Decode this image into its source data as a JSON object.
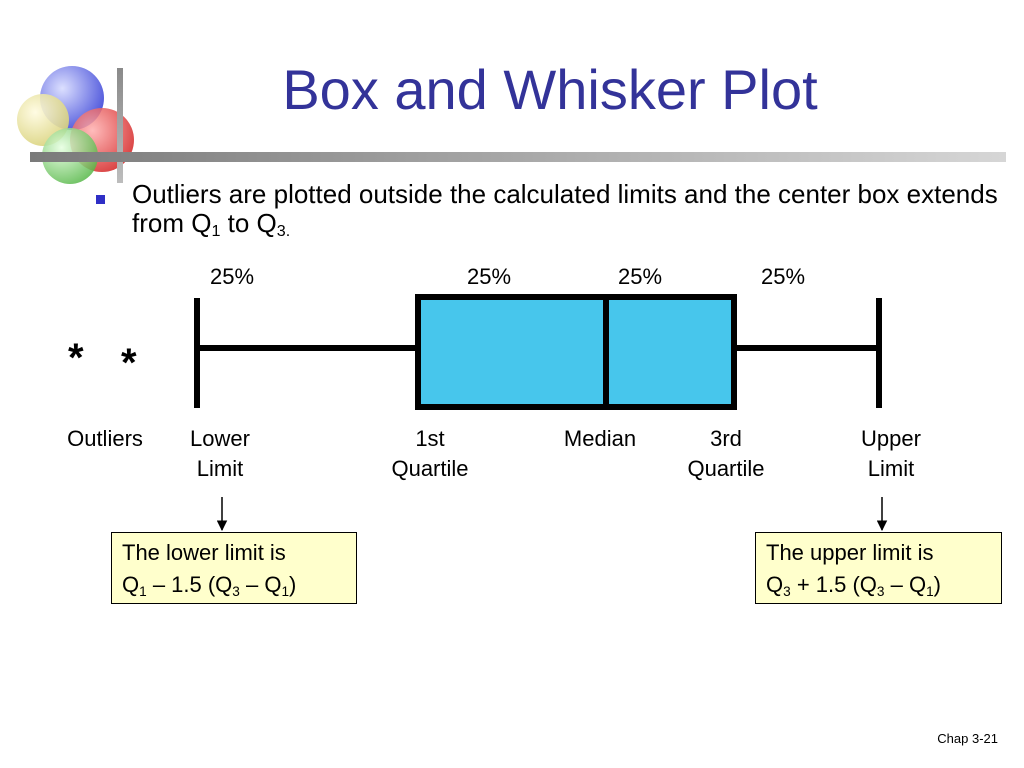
{
  "slide": {
    "title": "Box and Whisker Plot",
    "bullet": {
      "text_a": "Outliers are plotted outside the calculated limits and the center box extends from Q",
      "sub_a": "1",
      "text_b": " to Q",
      "sub_b": "3."
    },
    "footer": "Chap 3-21"
  },
  "diagram": {
    "percent_labels": [
      "25%",
      "25%",
      "25%",
      "25%"
    ],
    "outlier_markers": [
      "*",
      "*"
    ],
    "labels": {
      "outliers": "Outliers",
      "lower_limit": [
        "Lower",
        "Limit"
      ],
      "first_quartile": [
        "1st",
        "Quartile"
      ],
      "median": "Median",
      "third_quartile": [
        "3rd",
        "Quartile"
      ],
      "upper_limit": [
        "Upper",
        "Limit"
      ]
    },
    "callout_lower": {
      "line1": "The lower limit is",
      "p1": "Q",
      "s1": "1",
      "p2": " – 1.5 (Q",
      "s2": "3",
      "p3": " – Q",
      "s3": "1",
      "p4": ")"
    },
    "callout_upper": {
      "line1": "The upper limit is",
      "p1": "Q",
      "s1": "3",
      "p2": " + 1.5 (Q",
      "s2": "3",
      "p3": " – Q",
      "s3": "1",
      "p4": ")"
    },
    "colors": {
      "box_fill": "#47c6ec",
      "title": "#333399",
      "callout_fill": "#ffffcc",
      "bullet": "#2f2fc6"
    }
  }
}
